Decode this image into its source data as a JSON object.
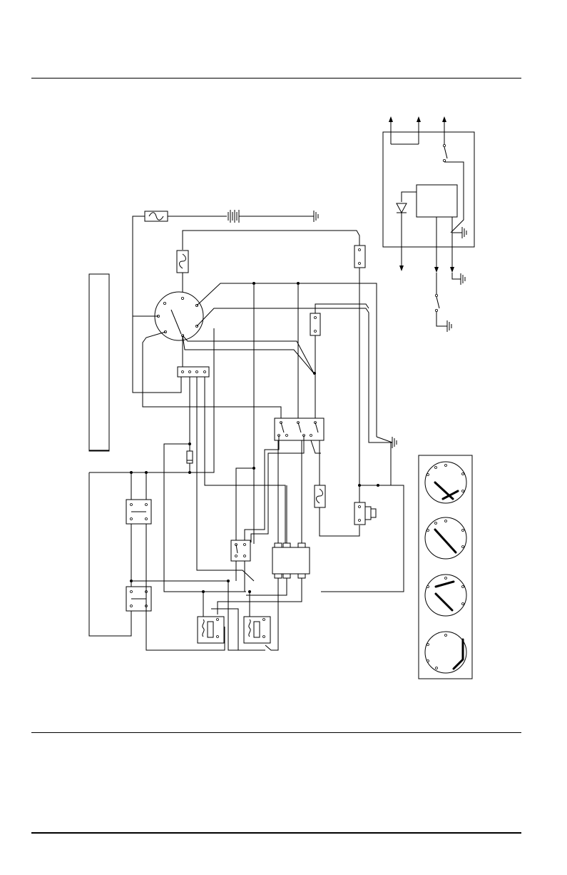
{
  "page": {
    "background": "#ffffff",
    "ink": "#000000"
  },
  "diagram": {
    "components": [
      "header-rule",
      "fuse",
      "battery",
      "ground-symbol",
      "ignition-switch",
      "circuit-breaker",
      "terminal-block",
      "relay-box",
      "solenoid",
      "control-module",
      "diode",
      "switch-position-chart",
      "footer-rule"
    ]
  }
}
